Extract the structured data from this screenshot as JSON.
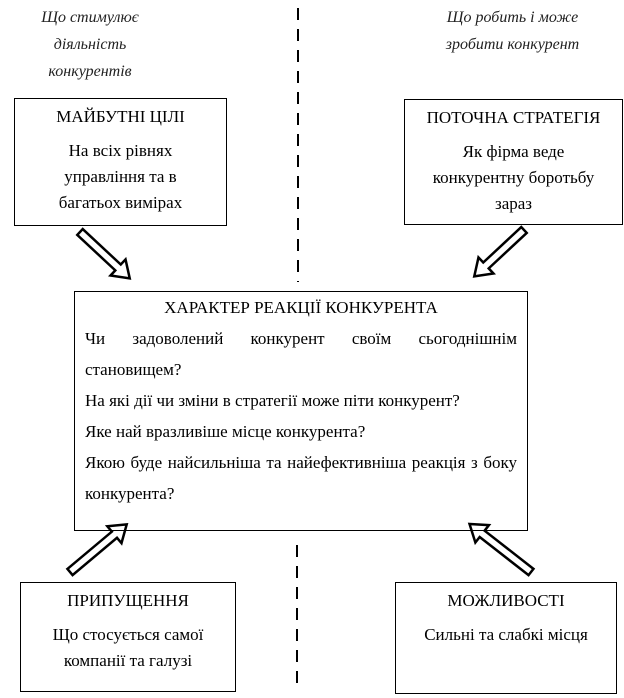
{
  "captions": {
    "left": [
      "Що стимулює",
      "діяльність",
      "конкурентів"
    ],
    "right": [
      "Що робить і може",
      "зробити конкурент"
    ]
  },
  "boxes": {
    "future_goals": {
      "title": "МАЙБУТНІ ЦІЛІ",
      "lines": [
        "На всіх рівнях",
        "управління та в",
        "багатьох вимірах"
      ]
    },
    "current_strategy": {
      "title": "ПОТОЧНА СТРАТЕГІЯ",
      "lines": [
        "Як фірма веде",
        "конкурентну боротьбу",
        "зараз"
      ]
    },
    "reaction": {
      "title": "ХАРАКТЕР РЕАКЦІЇ КОНКУРЕНТА",
      "questions": [
        "Чи задоволений конкурент своїм сьогоднішнім становищем?",
        "На які дії чи зміни в стратегії може піти конкурент?",
        "Яке най вразливіше місце конкурента?",
        "Якою буде найсильніша та найефективніша реакція з боку конкурента?"
      ]
    },
    "assumptions": {
      "title": "ПРИПУЩЕННЯ",
      "lines": [
        "Що стосується самої",
        "компанії та галузі"
      ]
    },
    "capabilities": {
      "title": "МОЖЛИВОСТІ",
      "lines": [
        "Сильні та слабкі місця"
      ]
    }
  }
}
